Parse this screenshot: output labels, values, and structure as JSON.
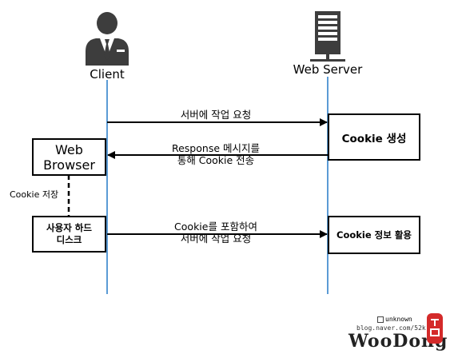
{
  "actors": {
    "client": {
      "label": "Client",
      "icon": "businessman-icon"
    },
    "server": {
      "label": "Web Server",
      "icon": "server-tower-icon"
    }
  },
  "boxes": {
    "web_browser": [
      "Web",
      "Browser"
    ],
    "hard_disk": [
      "사용자 하드",
      "디스크"
    ],
    "cookie_create": "Cookie 생성",
    "cookie_use": "Cookie 정보 활용"
  },
  "messages": {
    "request1": "서버에 작업 요청",
    "response": [
      "Response 메시지를",
      "통해 Cookie 전송"
    ],
    "request2": [
      "Cookie를 포함하여",
      "서버에 작업 요청"
    ],
    "cookie_store": "Cookie 저장"
  },
  "watermark": {
    "unknown": "unknown",
    "url": "blog.naver.com/52k",
    "brand": "WooDong"
  },
  "colors": {
    "lifeline": "#5b9bd5",
    "line": "#000000"
  }
}
